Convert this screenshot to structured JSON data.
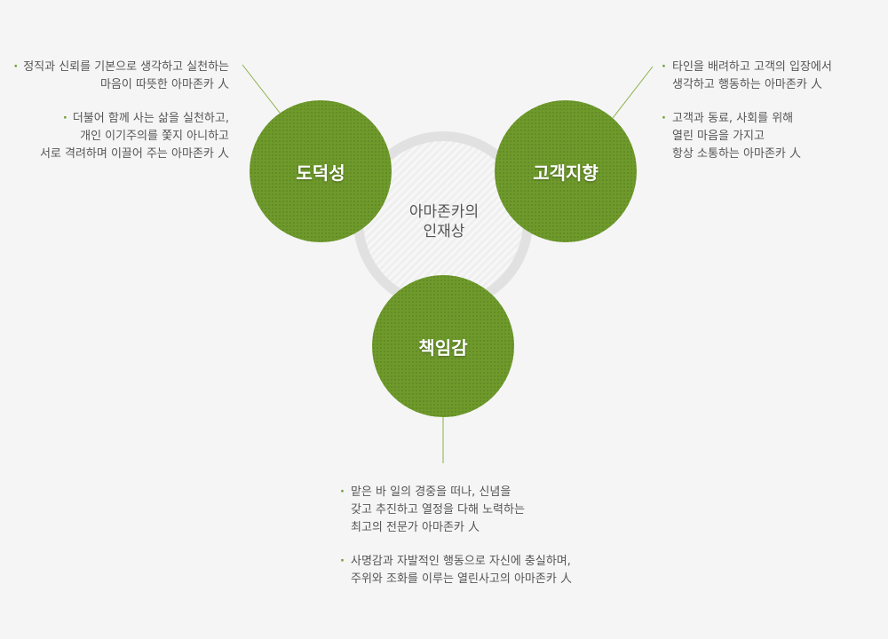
{
  "diagram": {
    "center_label": [
      "아마존카의",
      "인재상"
    ],
    "nodes": [
      {
        "id": "morality",
        "label": "도덕성"
      },
      {
        "id": "customer",
        "label": "고객지향"
      },
      {
        "id": "responsibility",
        "label": "책임감"
      }
    ],
    "descriptions": {
      "morality": [
        [
          "정직과 신뢰를 기본으로 생각하고 실천하는",
          "마음이 따뜻한 아마존카 人"
        ],
        [
          "더불어 함께 사는 삶을 실천하고,",
          "개인 이기주의를 쫓지 아니하고",
          "서로 격려하며 이끌어 주는 아마존카 人"
        ]
      ],
      "customer": [
        [
          "타인을 배려하고 고객의 입장에서",
          "생각하고 행동하는 아마존카 人"
        ],
        [
          "고객과 동료, 사회를 위해",
          "열린 마음을 가지고",
          "항상 소통하는 아마존카 人"
        ]
      ],
      "responsibility": [
        [
          "맡은 바 일의 경중을 떠나, 신념을",
          "갖고 추진하고 열정을 다해 노력하는",
          "최고의 전문가 아마존카 人"
        ],
        [
          "사명감과 자발적인 행동으로 자신에 충실하며,",
          "주위와 조화를 이루는 열린사고의 아마존카 人"
        ]
      ]
    },
    "colors": {
      "node_fill": "#6e9a2b",
      "connector": "#8ab04a",
      "ring": "#e1e1e1",
      "text": "#555555",
      "background": "#f5f5f5"
    }
  }
}
